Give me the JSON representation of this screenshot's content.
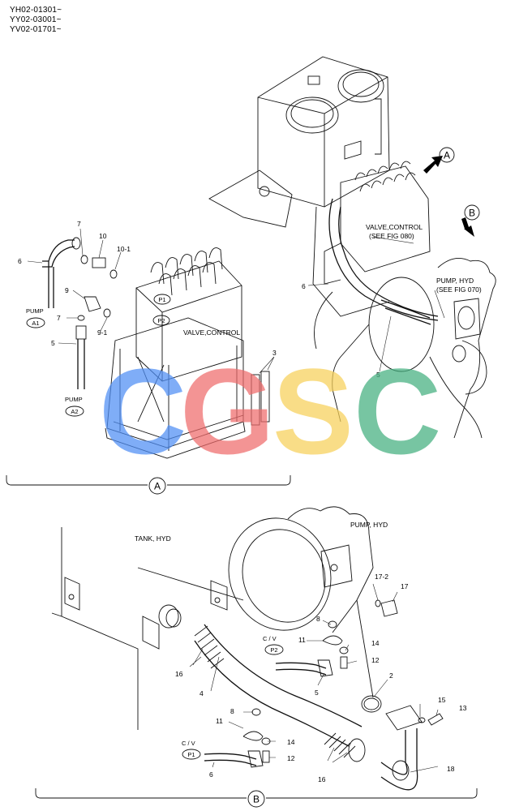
{
  "serials": [
    "YH02-01301~",
    "YY02-03001~",
    "YV02-01701~"
  ],
  "colors": {
    "line": "#111111",
    "wm_blue": "#4f8ef5",
    "wm_red": "#ef6b6b",
    "wm_yellow": "#f7d15a",
    "wm_green": "#44b07f"
  },
  "watermark": {
    "letters": [
      "C",
      "G",
      "S",
      "C"
    ]
  },
  "detailA": {
    "component_label": "VALVE,CONTROL",
    "pump_label_1": "PUMP",
    "port_a1": "A1",
    "pump_label_2": "PUMP",
    "port_a2": "A2",
    "port_p1": "P1",
    "port_p2": "P2",
    "callouts": [
      "7",
      "10",
      "10-1",
      "6",
      "9",
      "7",
      "9-1",
      "5",
      "3"
    ],
    "view_marker": "A"
  },
  "overview": {
    "marker_a": "A",
    "marker_b": "B",
    "valve_label_1": "VALVE,CONTROL",
    "valve_label_2": "(SEE FIG 080)",
    "pump_label_1": "PUMP, HYD",
    "pump_label_2": "(SEE FIG 070)",
    "callouts": [
      "6",
      "5"
    ]
  },
  "detailB": {
    "tank_label": "TANK, HYD",
    "pump_label": "PUMP, HYD",
    "cv_top": "C / V",
    "port_p2": "P2",
    "cv_bottom": "C / V",
    "port_p1": "P1",
    "callouts": [
      "17-2",
      "17",
      "8",
      "11",
      "14",
      "12",
      "2",
      "16",
      "4",
      "5",
      "15",
      "13",
      "8",
      "11",
      "14",
      "12",
      "6",
      "16",
      "18"
    ],
    "view_marker": "B"
  }
}
